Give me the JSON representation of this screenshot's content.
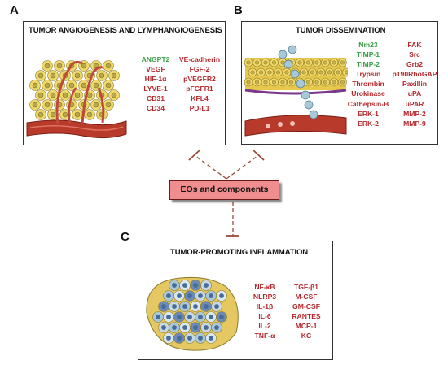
{
  "panels": {
    "a": {
      "letter": "A",
      "title": "TUMOR ANGIOGENESIS AND LYMPHANGIOGENESIS",
      "markers_left": [
        {
          "text": "ANGPT2",
          "color": "green"
        },
        {
          "text": "VEGF",
          "color": "red"
        },
        {
          "text": "HIF-1α",
          "color": "red"
        },
        {
          "text": "LYVE-1",
          "color": "red"
        },
        {
          "text": "CD31",
          "color": "red"
        },
        {
          "text": "CD34",
          "color": "red"
        }
      ],
      "markers_right": [
        {
          "text": "VE-cadherin",
          "color": "red"
        },
        {
          "text": "FGF-2",
          "color": "red"
        },
        {
          "text": "pVEGFR2",
          "color": "red"
        },
        {
          "text": "pFGFR1",
          "color": "red"
        },
        {
          "text": "KFL4",
          "color": "red"
        },
        {
          "text": "PD-L1",
          "color": "red"
        }
      ]
    },
    "b": {
      "letter": "B",
      "title": "TUMOR DISSEMINATION",
      "markers_left": [
        {
          "text": "Nm23",
          "color": "green"
        },
        {
          "text": "TIMP-1",
          "color": "green"
        },
        {
          "text": "TIMP-2",
          "color": "green"
        },
        {
          "text": "Trypsin",
          "color": "red"
        },
        {
          "text": "Thrombin",
          "color": "red"
        },
        {
          "text": "Urokinase",
          "color": "red"
        },
        {
          "text": "Cathepsin-B",
          "color": "red"
        },
        {
          "text": "ERK-1",
          "color": "red"
        },
        {
          "text": "ERK-2",
          "color": "red"
        }
      ],
      "markers_right": [
        {
          "text": "FAK",
          "color": "red"
        },
        {
          "text": "Src",
          "color": "red"
        },
        {
          "text": "Grb2",
          "color": "red"
        },
        {
          "text": "p190RhoGAP",
          "color": "red"
        },
        {
          "text": "Paxillin",
          "color": "red"
        },
        {
          "text": "uPA",
          "color": "red"
        },
        {
          "text": "uPAR",
          "color": "red"
        },
        {
          "text": "MMP-2",
          "color": "red"
        },
        {
          "text": "MMP-9",
          "color": "red"
        }
      ]
    },
    "c": {
      "letter": "C",
      "title": "TUMOR-PROMOTING INFLAMMATION",
      "markers_left": [
        {
          "text": "NF-κB",
          "color": "red"
        },
        {
          "text": "NLRP3",
          "color": "red"
        },
        {
          "text": "IL-1β",
          "color": "red"
        },
        {
          "text": "IL-6",
          "color": "red"
        },
        {
          "text": "IL-2",
          "color": "red"
        },
        {
          "text": "TNF-α",
          "color": "red"
        }
      ],
      "markers_right": [
        {
          "text": "TGF-β1",
          "color": "red"
        },
        {
          "text": "M-CSF",
          "color": "red"
        },
        {
          "text": "GM-CSF",
          "color": "red"
        },
        {
          "text": "RANTES",
          "color": "red"
        },
        {
          "text": "MCP-1",
          "color": "red"
        },
        {
          "text": "KC",
          "color": "red"
        }
      ]
    }
  },
  "center": {
    "label": "EOs and components"
  },
  "colors": {
    "green": "#3aa047",
    "red": "#b5282c",
    "center_box": "#f08d8f",
    "inhibit_line": "#9a4a3a",
    "vessel": "#b83a2a",
    "cell_fill": "#f0d86a",
    "cell_nucleus": "#5a8a9a"
  }
}
